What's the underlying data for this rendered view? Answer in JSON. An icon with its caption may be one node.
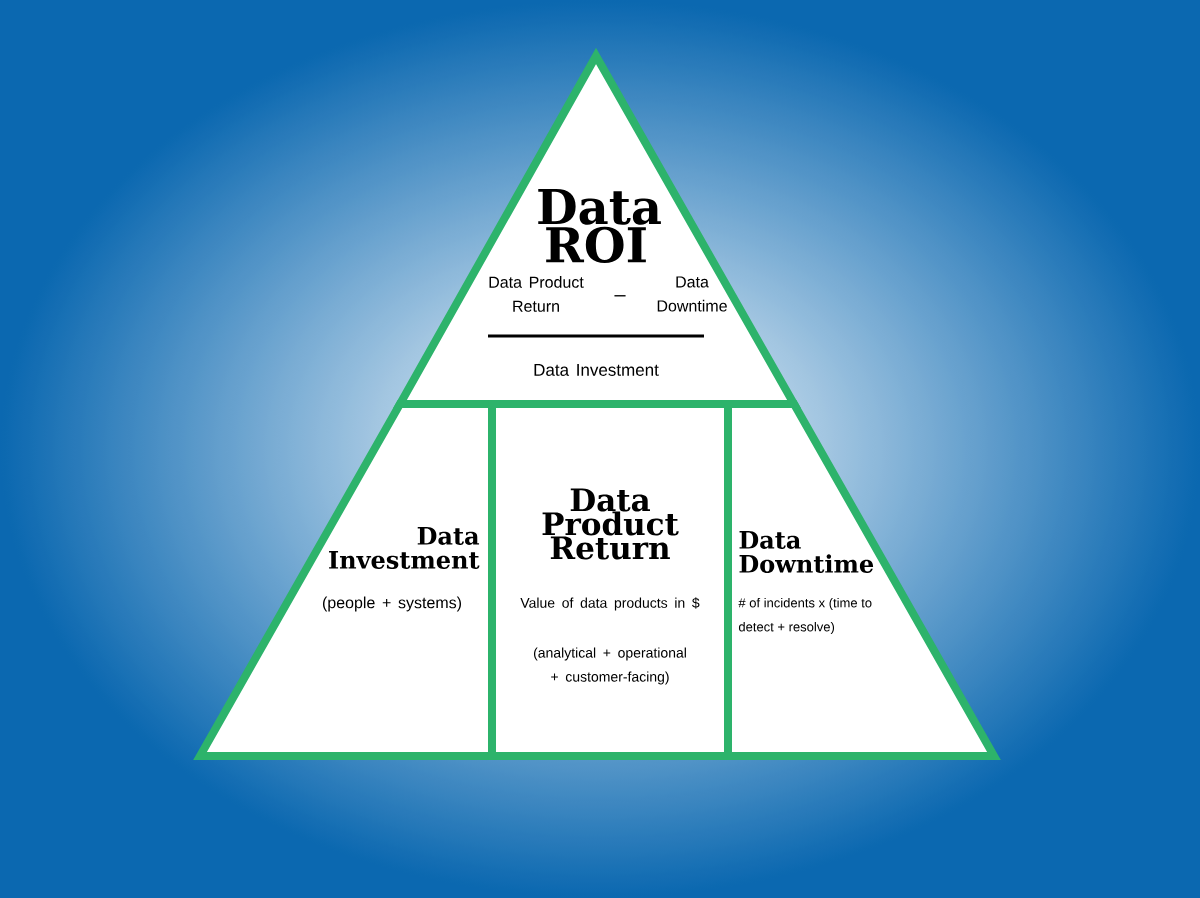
{
  "diagram": {
    "nodes": [
      {
        "text": [
          "Data ROI",
          "Data Product Return",
          "–",
          "Data Downtime",
          "Data Investment"
        ]
      },
      {
        "text": [
          "Data Investment",
          "(people + systems)"
        ]
      },
      {
        "text": [
          "Data Product Return",
          "Value of data products in $",
          "(analytical + operational + customer-facing)"
        ]
      },
      {
        "text": [
          "Data Downtime",
          "# of incidents x (time to detect + resolve)"
        ]
      }
    ]
  }
}
